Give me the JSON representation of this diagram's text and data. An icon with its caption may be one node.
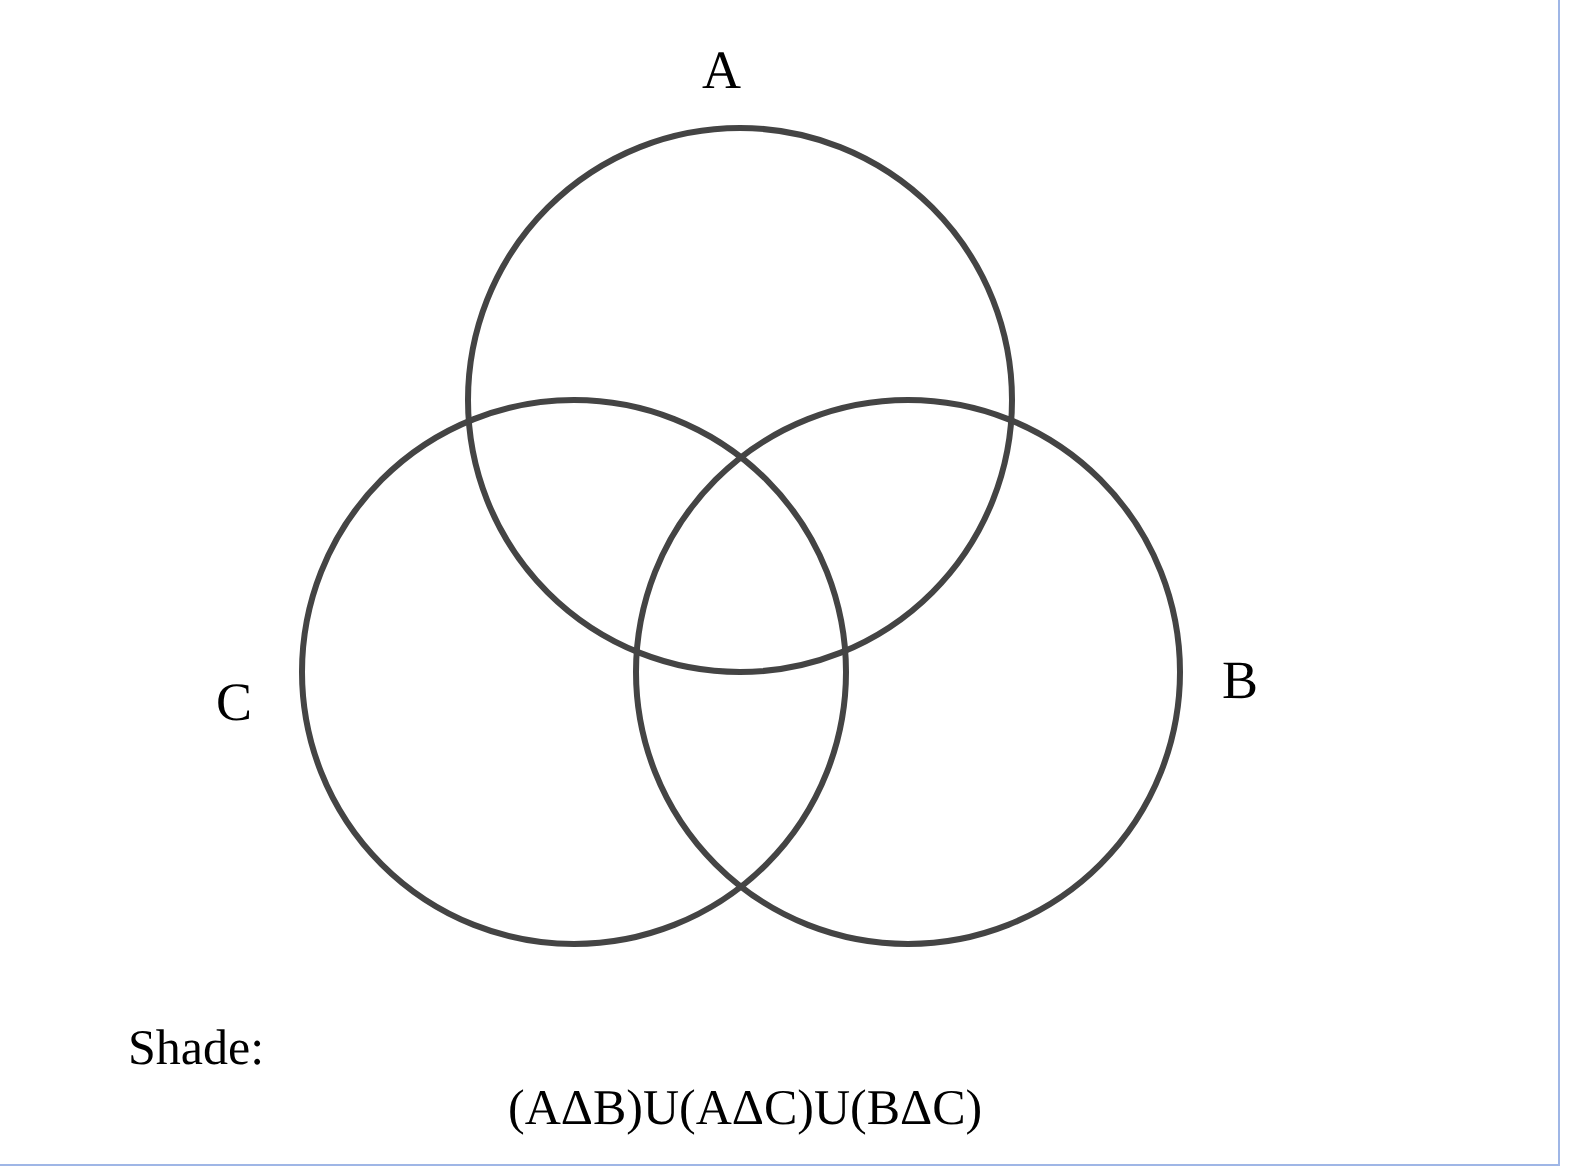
{
  "diagram": {
    "nodes": [
      {
        "text": [
          "A"
        ]
      },
      {
        "text": [
          "C"
        ]
      },
      {
        "text": [
          "B"
        ]
      }
    ],
    "labels": [
      "Shade:",
      "(AΔB)U(AΔC)U(BΔC)"
    ]
  }
}
